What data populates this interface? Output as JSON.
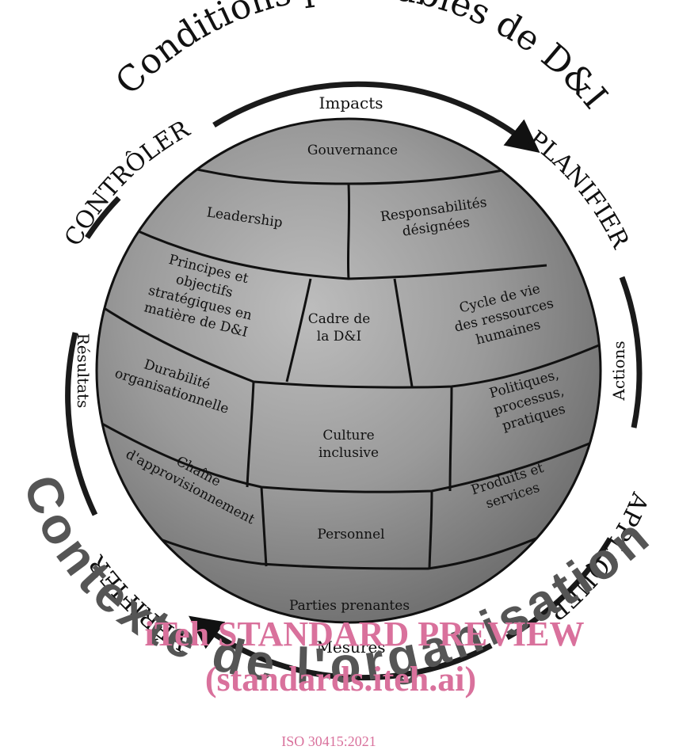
{
  "diagram": {
    "title": "Conditions préalables de D&I",
    "outer_text": "Contexte de l'organisation",
    "cycle": {
      "phases": {
        "plan": "PLANIFIER",
        "do": "APPLIQUER",
        "check": "VÉRIFIER",
        "act": "CONTRÔLER"
      },
      "labels": {
        "top": "Impacts",
        "right": "Actions",
        "bottom": "Mesures",
        "left": "Résultats"
      }
    },
    "pieces": [
      {
        "id": "gouvernance",
        "lines": [
          "Gouvernance"
        ]
      },
      {
        "id": "leadership",
        "lines": [
          "Leadership"
        ]
      },
      {
        "id": "responsabilites",
        "lines": [
          "Responsabilités",
          "désignées"
        ]
      },
      {
        "id": "principes",
        "lines": [
          "Principes et",
          "objectifs",
          "stratégiques en",
          "matière de D&I"
        ]
      },
      {
        "id": "cadre",
        "lines": [
          "Cadre de",
          "la D&I"
        ]
      },
      {
        "id": "cycle-rh",
        "lines": [
          "Cycle de vie",
          "des ressources",
          "humaines"
        ]
      },
      {
        "id": "durabilite",
        "lines": [
          "Durabilité",
          "organisationnelle"
        ]
      },
      {
        "id": "culture",
        "lines": [
          "Culture",
          "inclusive"
        ]
      },
      {
        "id": "politiques",
        "lines": [
          "Politiques,",
          "processus,",
          "pratiques"
        ]
      },
      {
        "id": "chaine",
        "lines": [
          "Chaîne",
          "d'approvisionnement"
        ]
      },
      {
        "id": "personnel",
        "lines": [
          "Personnel"
        ]
      },
      {
        "id": "produits",
        "lines": [
          "Produits et",
          "services"
        ]
      },
      {
        "id": "parties",
        "lines": [
          "Parties prenantes"
        ]
      }
    ]
  },
  "watermark": {
    "line1": "iTeh STANDARD PREVIEW",
    "line2": "(standards.iteh.ai)",
    "footer": "ISO 30415:2021"
  }
}
